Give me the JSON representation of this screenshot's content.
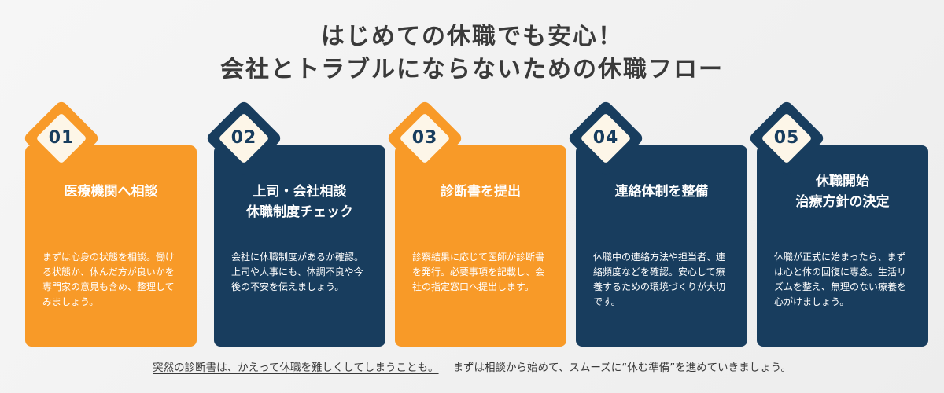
{
  "title": {
    "line1": "はじめての休職でも安心！",
    "line2": "会社とトラブルにならないための休職フロー"
  },
  "steps": [
    {
      "number": "01",
      "title_lines": [
        "医療機関へ相談"
      ],
      "body": "まずは心身の状態を相談。働ける状態か、休んだ方が良いかを専門家の意見も含め、整理してみましょう。",
      "color": "#f89a28"
    },
    {
      "number": "02",
      "title_lines": [
        "上司・会社相談",
        "休職制度チェック"
      ],
      "body": "会社に休職制度があるか確認。上司や人事にも、体調不良や今後の不安を伝えましょう。",
      "color": "#183d5e"
    },
    {
      "number": "03",
      "title_lines": [
        "診断書を提出"
      ],
      "body": "診察結果に応じて医師が診断書を発行。必要事項を記載し、会社の指定窓口へ提出します。",
      "color": "#f89a28"
    },
    {
      "number": "04",
      "title_lines": [
        "連絡体制を整備"
      ],
      "body": "休職中の連絡方法や担当者、連絡頻度などを確認。安心して療養するための環境づくりが大切です。",
      "color": "#183d5e"
    },
    {
      "number": "05",
      "title_lines": [
        "休職開始",
        "治療方針の決定"
      ],
      "body": "休職が正式に始まったら、まずは心と体の回復に専念。生活リズムを整え、無理のない療養を心がけましょう。",
      "color": "#183d5e"
    }
  ],
  "footer": {
    "underlined": "突然の診断書は、かえって休職を難しくしてしまうことも。",
    "rest": "まずは相談から始めて、スムーズに“休む準備”を進めていきましょう。"
  },
  "colors": {
    "orange": "#f89a28",
    "navy": "#183d5e",
    "badge_inner": "#fdf6e8",
    "text_dark": "#3a3a3a"
  }
}
